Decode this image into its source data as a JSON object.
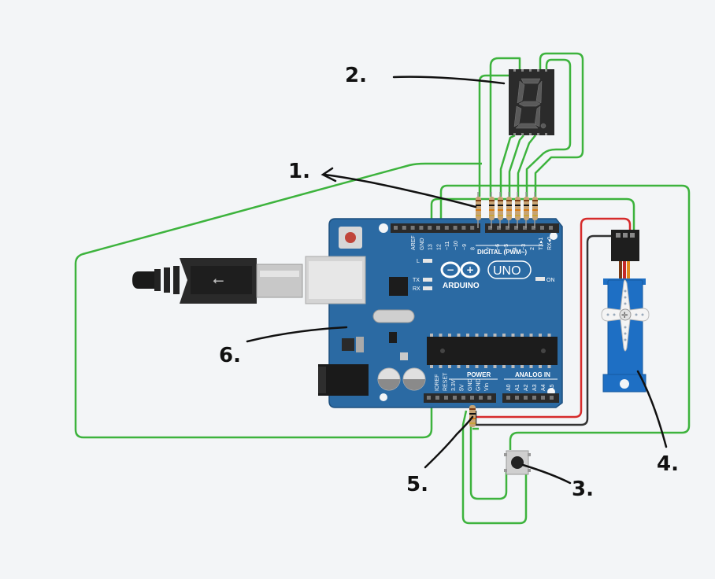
{
  "annotations": [
    {
      "id": "1",
      "text": "1."
    },
    {
      "id": "2",
      "text": "2."
    },
    {
      "id": "3",
      "text": "3."
    },
    {
      "id": "4",
      "text": "4."
    },
    {
      "id": "5",
      "text": "5."
    },
    {
      "id": "6",
      "text": "6."
    }
  ],
  "board": {
    "brand": "ARDUINO",
    "model": "UNO",
    "digital_label": "DIGITAL (PWM~)",
    "power_label": "POWER",
    "analog_label": "ANALOG IN",
    "on_label": "ON",
    "led_l": "L",
    "led_tx": "TX",
    "led_rx": "RX",
    "digital_pins": [
      "AREF",
      "GND",
      "13",
      "12",
      "~11",
      "~10",
      "~9",
      "8",
      "7",
      "~6",
      "~5",
      "4",
      "~3",
      "2",
      "TX▸1",
      "RX◂0"
    ],
    "power_pins": [
      "IOREF",
      "RESET",
      "3.3V",
      "5V",
      "GND",
      "GND",
      "Vin"
    ],
    "analog_pins": [
      "A0",
      "A1",
      "A2",
      "A3",
      "A4",
      "A5"
    ]
  },
  "colors": {
    "wire_green": "#3db33d",
    "wire_red": "#d62b2b",
    "wire_black": "#333333",
    "board_blue": "#2b6aa3",
    "servo_blue": "#1e6fc4"
  }
}
